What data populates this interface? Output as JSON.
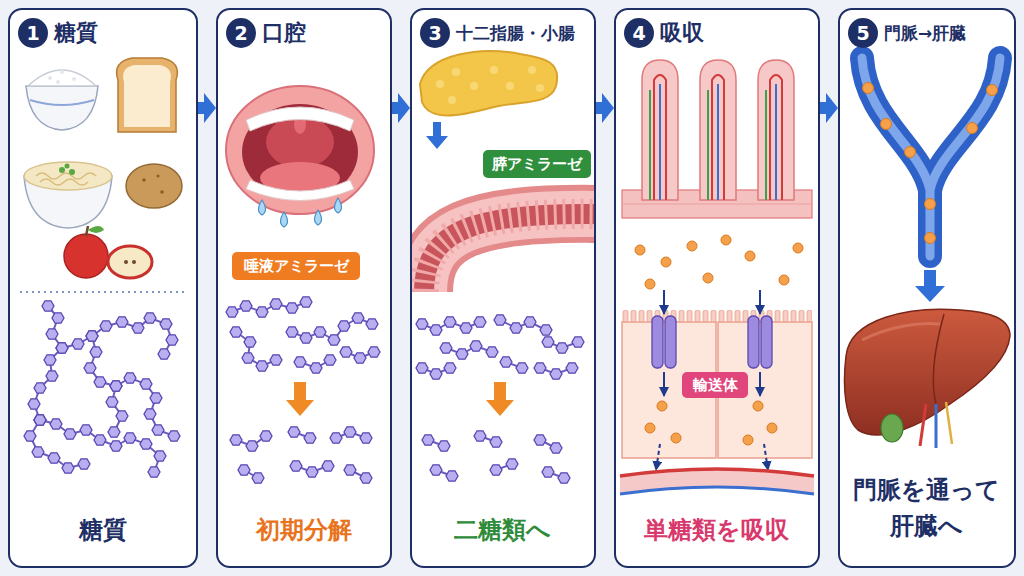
{
  "diagram": {
    "nodes": [
      {
        "text": [
          "糖質",
          "糖質"
        ]
      },
      {
        "text": [
          "1"
        ],
        "in": 0
      },
      {
        "text": [
          "口腔",
          "初期分解"
        ]
      },
      {
        "text": [
          "2"
        ],
        "in": 2
      },
      {
        "text": [
          "唾液アミラーゼ"
        ],
        "in": 2
      },
      {
        "text": [
          "十二指腸・小腸",
          "二糖類へ"
        ]
      },
      {
        "text": [
          "3"
        ],
        "in": 5
      },
      {
        "text": [
          "膵アミラーゼ"
        ],
        "in": 5
      },
      {
        "text": [
          "吸収",
          "単糖類を吸収"
        ]
      },
      {
        "text": [
          "4"
        ],
        "in": 8
      },
      {
        "text": [
          "輸送体"
        ],
        "in": 8
      },
      {
        "text": [
          "門脈→肝臓",
          "門脈を通って 肝臓へ"
        ]
      },
      {
        "text": [
          "5"
        ],
        "in": 11
      }
    ],
    "edges": [
      {
        "from": 0,
        "to": 2,
        "arrow": "to"
      },
      {
        "from": 2,
        "to": 5,
        "arrow": "to"
      },
      {
        "from": 5,
        "to": 8,
        "arrow": "to"
      },
      {
        "from": 8,
        "to": 11,
        "arrow": "to"
      }
    ]
  }
}
